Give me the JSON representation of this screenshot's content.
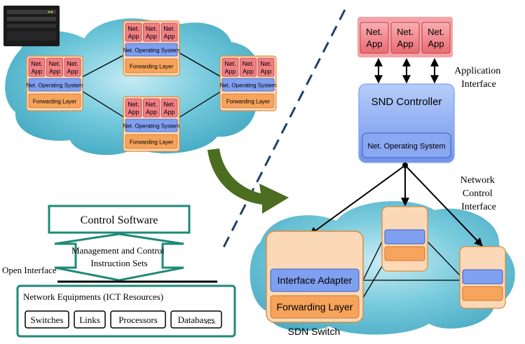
{
  "colors": {
    "cloud": "#4fb8cf",
    "cloud_light": "#9fdcea",
    "node_bg": "#fbd9b8",
    "node_border": "#e08a3c",
    "app": "#f07f84",
    "app_border": "#c1414a",
    "os": "#7f9ff0",
    "os_border": "#3c5fc4",
    "fwd": "#f6a35c",
    "teal": "#1e8a78",
    "arrow_green": "#4a6d1f",
    "divider": "#22406e"
  },
  "traditional": {
    "app_label": "Net. App",
    "os_label": "Net. Operating System",
    "fwd_label": "Forwarding Layer",
    "device_icon": "router-chassis-icon"
  },
  "sdn": {
    "apps": [
      "Net. App",
      "Net. App",
      "Net. App"
    ],
    "application_interface": [
      "Application",
      "Interface"
    ],
    "controller_title": "SND Controller",
    "controller_os": "Net. Operating System",
    "network_control_interface": [
      "Network",
      "Control",
      "Interface"
    ],
    "interface_adapter": "Interface Adapter",
    "forwarding_layer": "Forwarding Layer",
    "switch_label": "SDN Switch"
  },
  "architecture": {
    "control_software": "Control Software",
    "mgmt_line1": "Management and Control",
    "mgmt_line2": "Instruction Sets",
    "open_interface": "Open Interface",
    "equipment_title": "Network Equipments (ICT Resources)",
    "items": [
      "Switches",
      "Links",
      "Processors",
      "Databases"
    ],
    "ellipsis": "....."
  }
}
